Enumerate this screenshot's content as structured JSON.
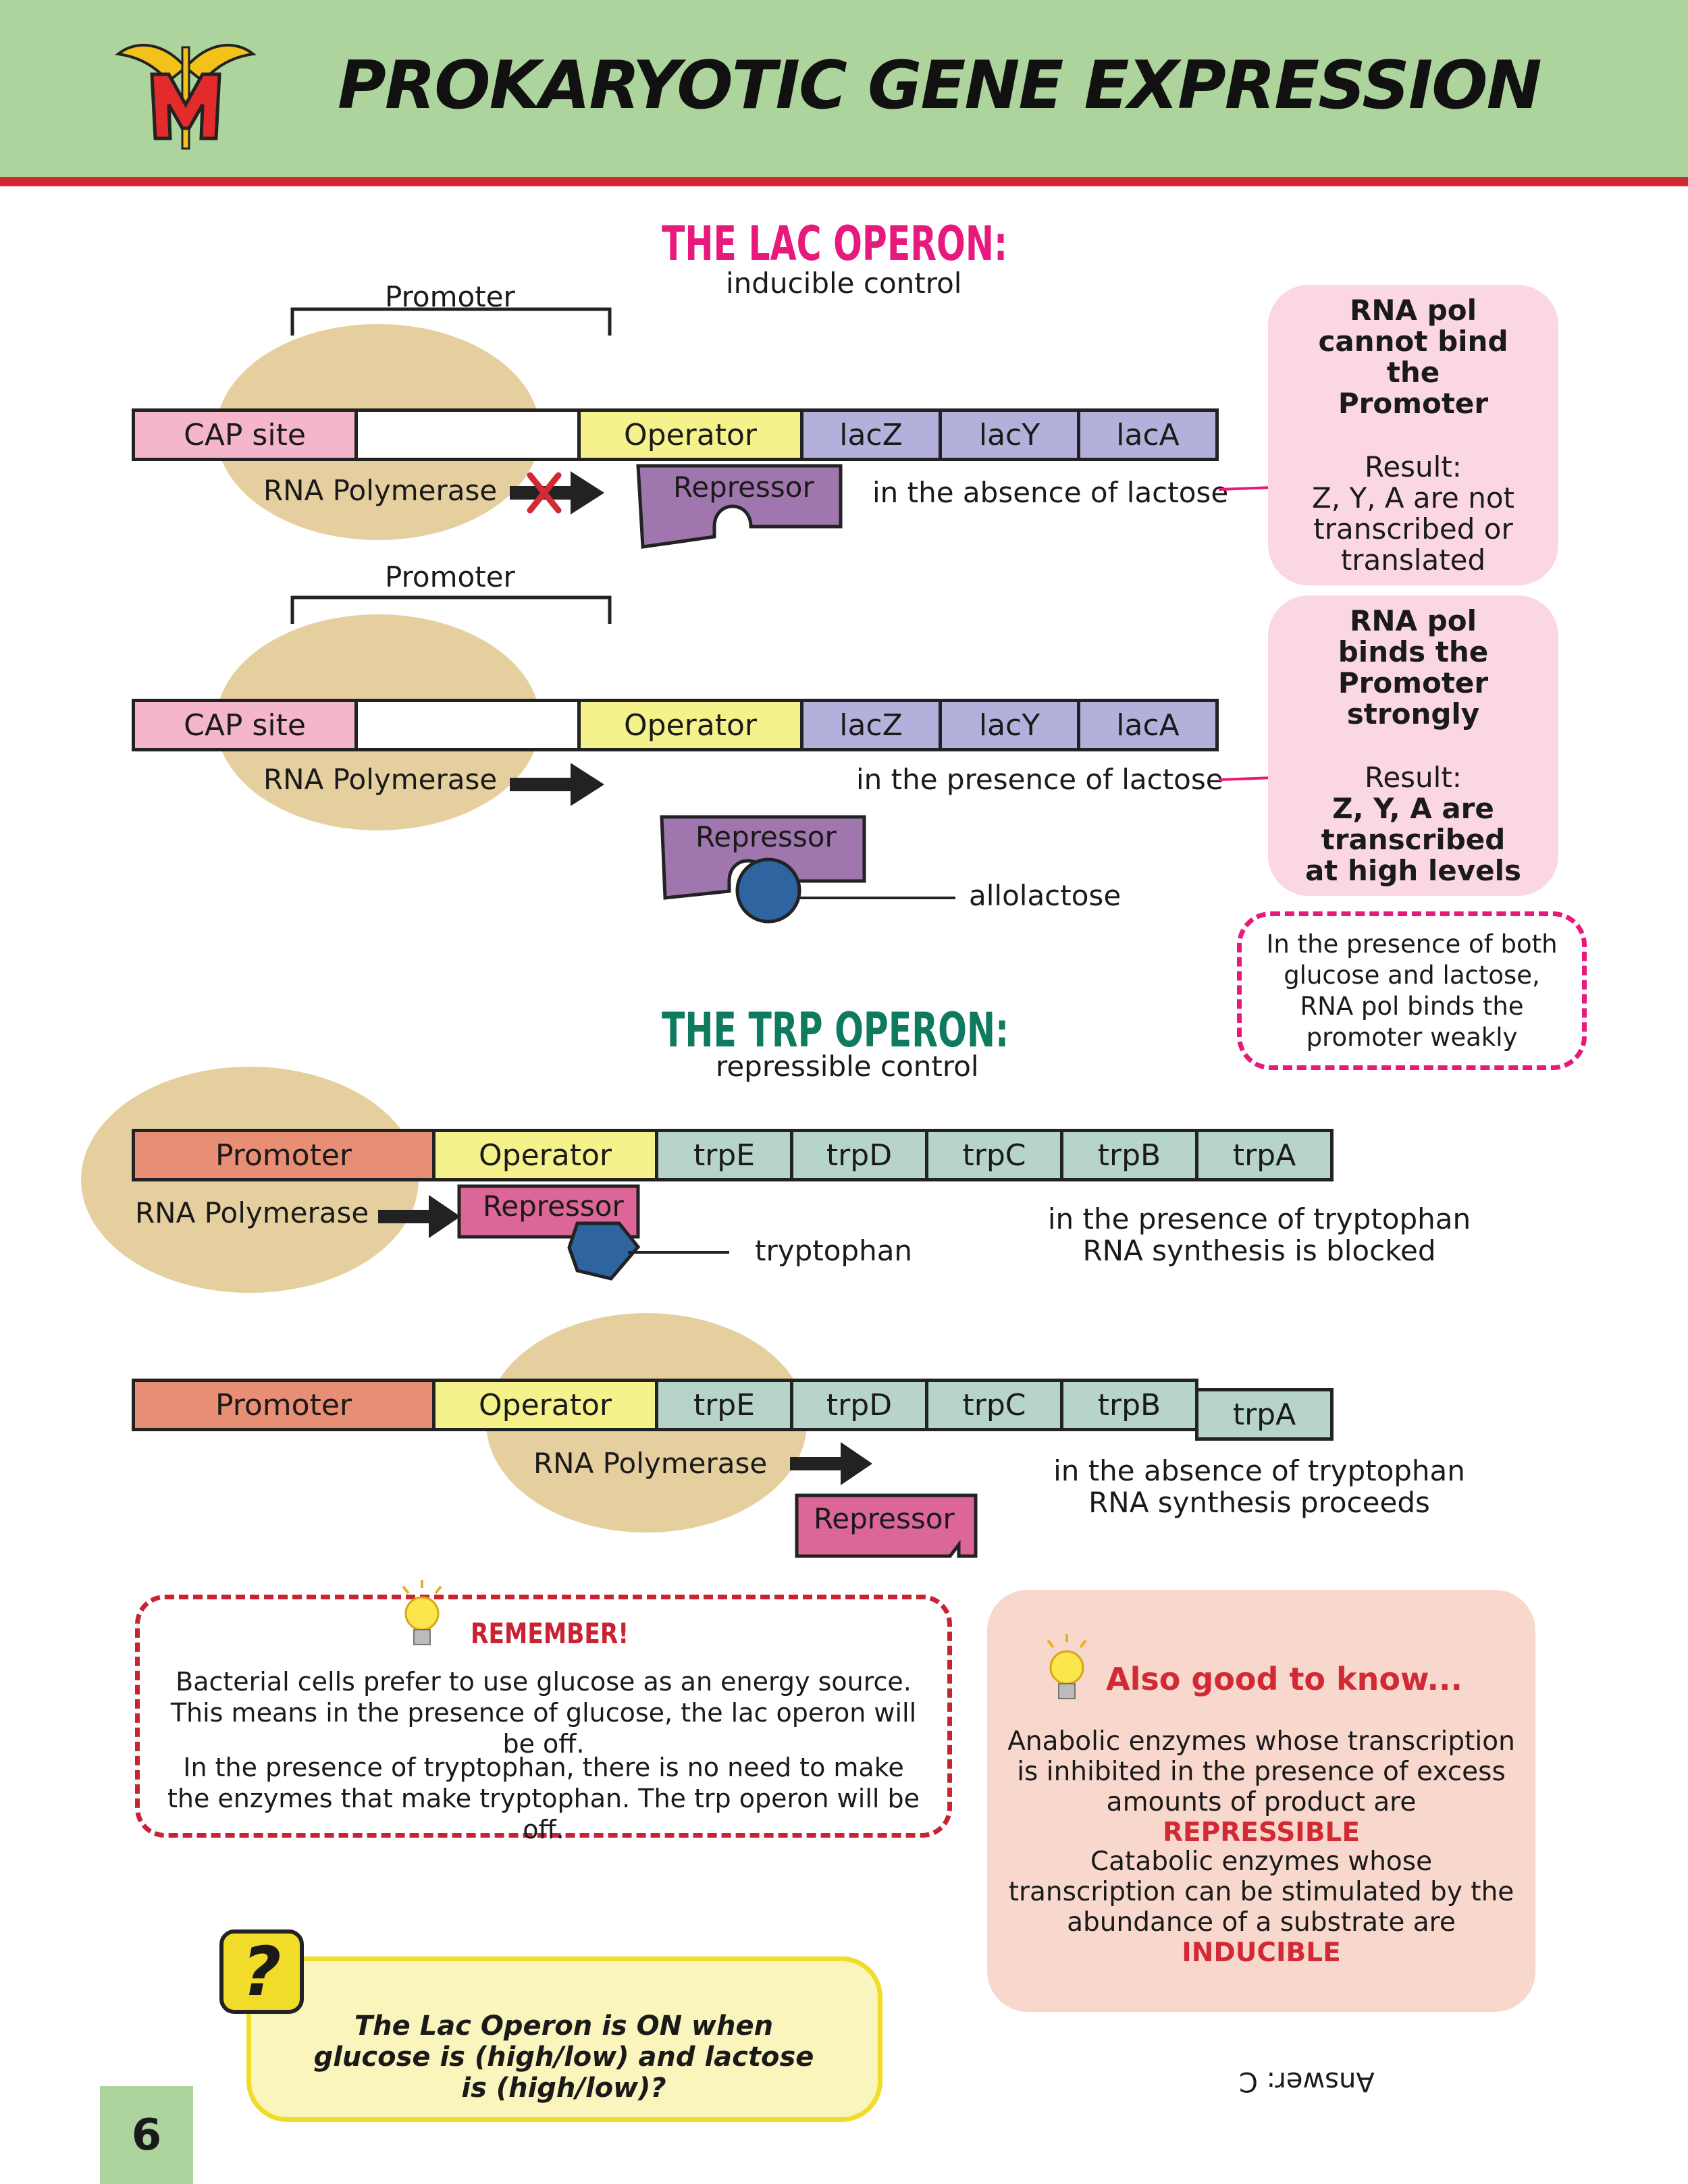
{
  "header": {
    "title": "PROKARYOTIC GENE EXPRESSION"
  },
  "lac": {
    "title": "THE LAC OPERON:",
    "subtitle": "inducible control",
    "absent": {
      "promoter_label": "Promoter",
      "segments": [
        "CAP site",
        "",
        "Operator",
        "lacZ",
        "lacY",
        "lacA"
      ],
      "polymerase": "RNA Polymerase",
      "repressor": "Repressor",
      "condition": "in the absence of lactose",
      "box_heading": "RNA pol cannot bind the Promoter",
      "box_result_label": "Result:",
      "box_result": "Z, Y, A are not transcribed or translated"
    },
    "present": {
      "promoter_label": "Promoter",
      "segments": [
        "CAP site",
        "",
        "Operator",
        "lacZ",
        "lacY",
        "lacA"
      ],
      "polymerase": "RNA Polymerase",
      "repressor": "Repressor",
      "allolactose": "allolactose",
      "condition": "in the presence of lactose",
      "box_heading": "RNA pol binds the Promoter strongly",
      "box_result_label": "Result:",
      "box_result": "Z, Y, A are transcribed at high levels"
    },
    "note": "In the presence of both glucose and lactose, RNA pol binds the promoter weakly"
  },
  "trp": {
    "title": "THE TRP OPERON:",
    "subtitle": "repressible control",
    "present": {
      "segments": [
        "Promoter",
        "Operator",
        "trpE",
        "trpD",
        "trpC",
        "trpB",
        "trpA"
      ],
      "polymerase": "RNA Polymerase",
      "repressor": "Repressor",
      "tryptophan": "tryptophan",
      "condition_line1": "in the presence of tryptophan",
      "condition_line2": "RNA synthesis is blocked"
    },
    "absent": {
      "segments": [
        "Promoter",
        "Operator",
        "trpE",
        "trpD",
        "trpC",
        "trpB",
        "trpA"
      ],
      "polymerase": "RNA Polymerase",
      "repressor": "Repressor",
      "condition_line1": "in the absence of tryptophan",
      "condition_line2": "RNA synthesis proceeds"
    }
  },
  "remember": {
    "heading": "REMEMBER!",
    "para1": "Bacterial cells prefer to use glucose as an energy source. This means in the presence of glucose, the lac operon will be off.",
    "para2": "In the presence of tryptophan, there is no need to make the enzymes that make tryptophan. The trp operon will be off."
  },
  "good": {
    "heading": "Also good to know...",
    "p1_text": "Anabolic enzymes whose transcription is inhibited in the presence of excess amounts of product are",
    "p1_hl": "REPRESSIBLE",
    "p2_text": "Catabolic enzymes whose transcription can be stimulated by the abundance of a substrate are",
    "p2_hl": "INDUCIBLE"
  },
  "question": {
    "mark": "?",
    "text": "The Lac Operon is ON when glucose is (high/low) and lactose is  (high/low)?"
  },
  "answer": "Answer: C",
  "page_number": "6",
  "colors": {
    "header_green": "#acd49c",
    "header_red": "#d12a35",
    "lac_title": "#e8197d",
    "trp_title": "#0e7a5f",
    "cap": "#f5b6cd",
    "operator": "#f5f28b",
    "lac_gene": "#b3b1dc",
    "trp_promoter": "#e88e74",
    "trp_gene": "#b7d4c8",
    "polymerase": "#e6cf9e",
    "lac_repressor": "#9f77ae",
    "trp_repressor": "#dd6698",
    "ligand": "#2e64a0"
  }
}
